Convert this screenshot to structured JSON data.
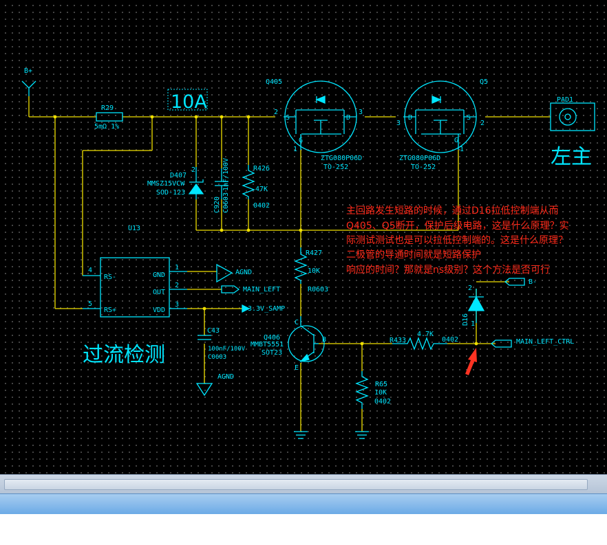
{
  "labels": {
    "bplus": "B+",
    "r29_ref": "R29",
    "r29_val": "5mΩ 1%",
    "ten_a": "10A",
    "q405_ref": "Q405",
    "q5_ref": "Q5",
    "q405_part": "ZTG080P06D",
    "q405_pkg": "TO-252",
    "q5_part": "ZTG080P06D",
    "q5_pkg": "TO-252",
    "pad_ref": "PAD1",
    "zuozhu": "左主",
    "d407_ref": "D407",
    "d407_part": "MMSZ15VCW",
    "d407_pkg": "SOD-123",
    "c920_ref": "C920",
    "c920_val": "1nF/100V",
    "c920_pkg": "C0603",
    "r426_ref": "R426",
    "r426_val": "47K",
    "r426_pkg": "0402",
    "u13_ref": "U13",
    "u13_rsminus": "RS-",
    "u13_rsplus": "RS+",
    "u13_gnd": "GND",
    "u13_out": "OUT",
    "u13_vdd": "VDD",
    "agnd1": "AGND",
    "main_left": "MAIN_LEFT",
    "vsamp": "3.3V_SAMP",
    "c43_ref": "C43",
    "c43_val": "100nF/100V",
    "c43_pkg": "C0603",
    "agnd2": "AGND",
    "title_overcurrent": "过流检测",
    "r427_ref": "R427",
    "r427_val": "10K",
    "r427_pkg": "R0603",
    "q406_ref": "Q406",
    "q406_part": "MMBT5551",
    "q406_pkg": "SOT23",
    "r433_ref": "R433",
    "r433_val": "4.7K",
    "r433_pkg": "0402",
    "r65_ref": "R65",
    "r65_val": "10K",
    "r65_pkg": "0402",
    "d16_ref": "D16",
    "bminus": "B-",
    "main_left_ctrl": "MAIN_LEFT_CTRL",
    "pin_c": "C",
    "pin_b": "B",
    "pin_e": "E",
    "pin_g": "G",
    "pin_s": "S",
    "pin_d": "D",
    "pin_1": "1",
    "pin_2": "2",
    "pin_3": "3",
    "pin_4": "4",
    "pin_5": "5"
  },
  "annotation": {
    "line1": "主回路发生短路的时候，通过D16拉低控制端从而",
    "line2": "Q405、Q5断开，保护后级电路，这是什么原理？实",
    "line3": "际测试测试也是可以拉低控制端的。这是什么原理？",
    "line4": "二极管的导通时间就是短路保护",
    "line5": "响应的时间？那就是ns级别？这个方法是否可行"
  },
  "colors": {
    "background": "#000000",
    "wire": "#f0e000",
    "component": "#00e6ff",
    "note_text": "#ff2a1a",
    "arrow": "#ff3322"
  }
}
